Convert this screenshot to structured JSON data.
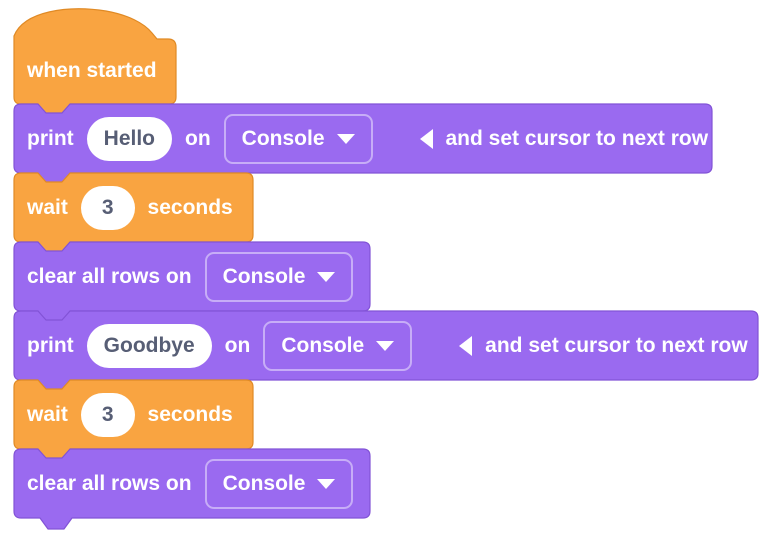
{
  "colors": {
    "block_orange": "#F9A441",
    "block_orange_border": "#E08A25",
    "block_purple": "#9A6AF0",
    "block_purple_border": "#8253D6",
    "input_background": "#FFFFFF",
    "input_text": "#575E75",
    "block_text": "#FFFFFF"
  },
  "blocks": [
    {
      "kind": "hat",
      "label": "when started"
    },
    {
      "kind": "print",
      "keyword": "print",
      "value": "Hello",
      "connector": "on",
      "target": "Console",
      "tail": "and set cursor to next row"
    },
    {
      "kind": "wait",
      "keyword": "wait",
      "value": "3",
      "unit": "seconds"
    },
    {
      "kind": "clear",
      "keyword": "clear all rows on",
      "target": "Console"
    },
    {
      "kind": "print",
      "keyword": "print",
      "value": "Goodbye",
      "connector": "on",
      "target": "Console",
      "tail": "and set cursor to next row"
    },
    {
      "kind": "wait",
      "keyword": "wait",
      "value": "3",
      "unit": "seconds"
    },
    {
      "kind": "clear",
      "keyword": "clear all rows on",
      "target": "Console"
    }
  ]
}
